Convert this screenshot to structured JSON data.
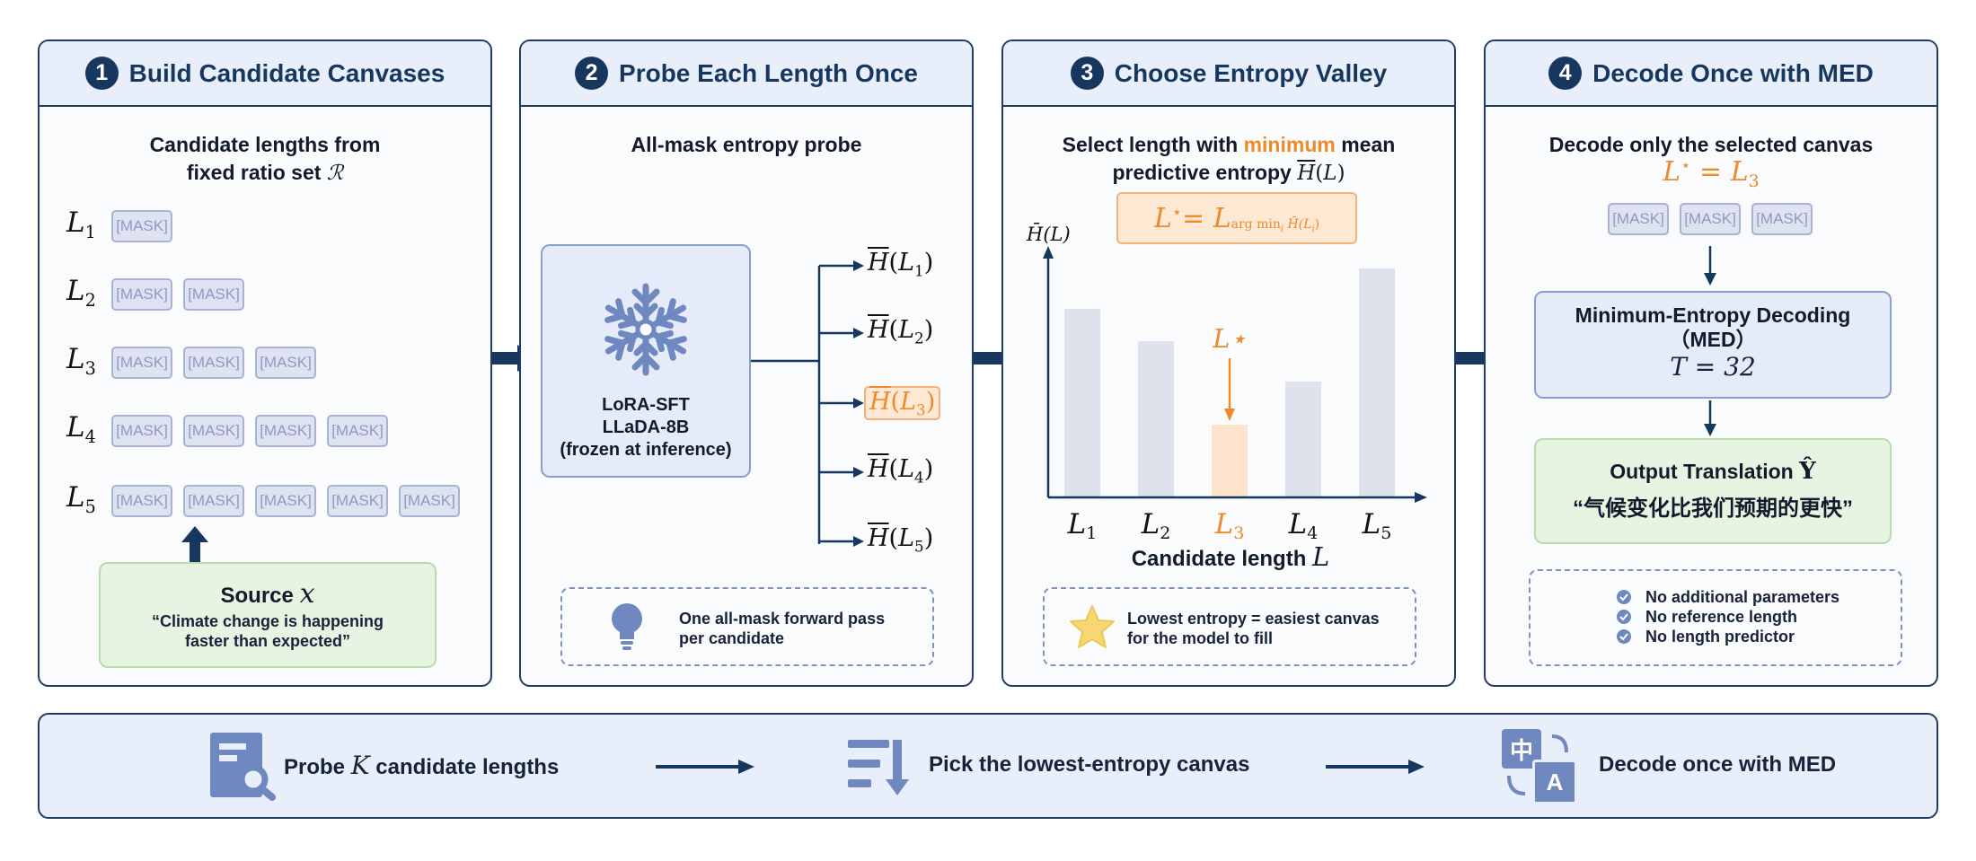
{
  "mask_label": "[MASK]",
  "panels": [
    {
      "num": "1",
      "title": "Build Candidate Canvases"
    },
    {
      "num": "2",
      "title": "Probe Each Length Once"
    },
    {
      "num": "3",
      "title": "Choose Entropy Valley"
    },
    {
      "num": "4",
      "title": "Decode Once with MED"
    }
  ],
  "p1": {
    "subtitle_line1": "Candidate lengths from",
    "subtitle_line2_text": "fixed ratio set",
    "subtitle_line2_math": "ℛ",
    "rows": [
      {
        "var": "L",
        "idx": "1",
        "masks": 1
      },
      {
        "var": "L",
        "idx": "2",
        "masks": 2
      },
      {
        "var": "L",
        "idx": "3",
        "masks": 3
      },
      {
        "var": "L",
        "idx": "4",
        "masks": 4
      },
      {
        "var": "L",
        "idx": "5",
        "masks": 5
      }
    ],
    "source_label": "Source",
    "source_var": "x",
    "source_text_line1": "“Climate change is happening",
    "source_text_line2": "faster than expected”"
  },
  "p2": {
    "subtitle": "All-mask entropy probe",
    "model_line1": "LoRA-SFT",
    "model_line2": "LLaDA-8B",
    "model_line3": "(frozen at inference)",
    "outputs": [
      {
        "var": "L",
        "idx": "1"
      },
      {
        "var": "L",
        "idx": "2"
      },
      {
        "var": "L",
        "idx": "3",
        "highlight": true
      },
      {
        "var": "L",
        "idx": "4"
      },
      {
        "var": "L",
        "idx": "5"
      }
    ],
    "note_line1": "One all-mask forward pass",
    "note_line2": "per candidate"
  },
  "p3": {
    "subtitle_pre": "Select length with",
    "subtitle_em": "minimum",
    "subtitle_post": "mean",
    "subtitle_line2": "predictive entropy",
    "formula_lhs": "L",
    "formula_star": "⋆",
    "formula_eq": " = L",
    "formula_sub": "arg min",
    "formula_sub_i": "i",
    "formula_sub_H": "H̄(L",
    "formula_sub_Hi": "i",
    "formula_sub_close": ")",
    "y_label": "H̄(L)",
    "star_label": "L⋆",
    "x_title_text": "Candidate length",
    "x_title_var": "L",
    "note_line1": "Lowest entropy = easiest canvas",
    "note_line2": "for the model to fill"
  },
  "p4": {
    "subtitle": "Decode only the selected canvas",
    "sel_lhs": "L",
    "sel_star": "⋆",
    "sel_eq": " = L",
    "sel_idx": "3",
    "med_line1": "Minimum-Entropy Decoding",
    "med_line2": "（MED）",
    "med_T": "T = 32",
    "out_title": "Output Translation",
    "out_var": "Ŷ",
    "out_text": "“气候变化比我们预期的更快”",
    "checks": [
      "No additional parameters",
      "No reference length",
      "No length predictor"
    ]
  },
  "bottom": {
    "step1_pre": "Probe",
    "step1_var": "K",
    "step1_post": "candidate lengths",
    "step2": "Pick the lowest-entropy canvas",
    "step3": "Decode once with MED",
    "translate_glyph_zh": "中",
    "translate_glyph_a": "A"
  },
  "colors": {
    "navy": "#1f3d66",
    "accent": "#ef8a2a",
    "header_bg": "#e8eefa",
    "green_bg": "#e9f3e1",
    "blue_box": "#e5ebf8"
  },
  "chart_data": {
    "type": "bar",
    "categories": [
      "L1",
      "L2",
      "L3",
      "L4",
      "L5"
    ],
    "values": [
      0.7,
      0.58,
      0.27,
      0.43,
      0.85
    ],
    "ylabel": "H̄(L)",
    "xlabel": "Candidate length L",
    "highlight_index": 2
  }
}
